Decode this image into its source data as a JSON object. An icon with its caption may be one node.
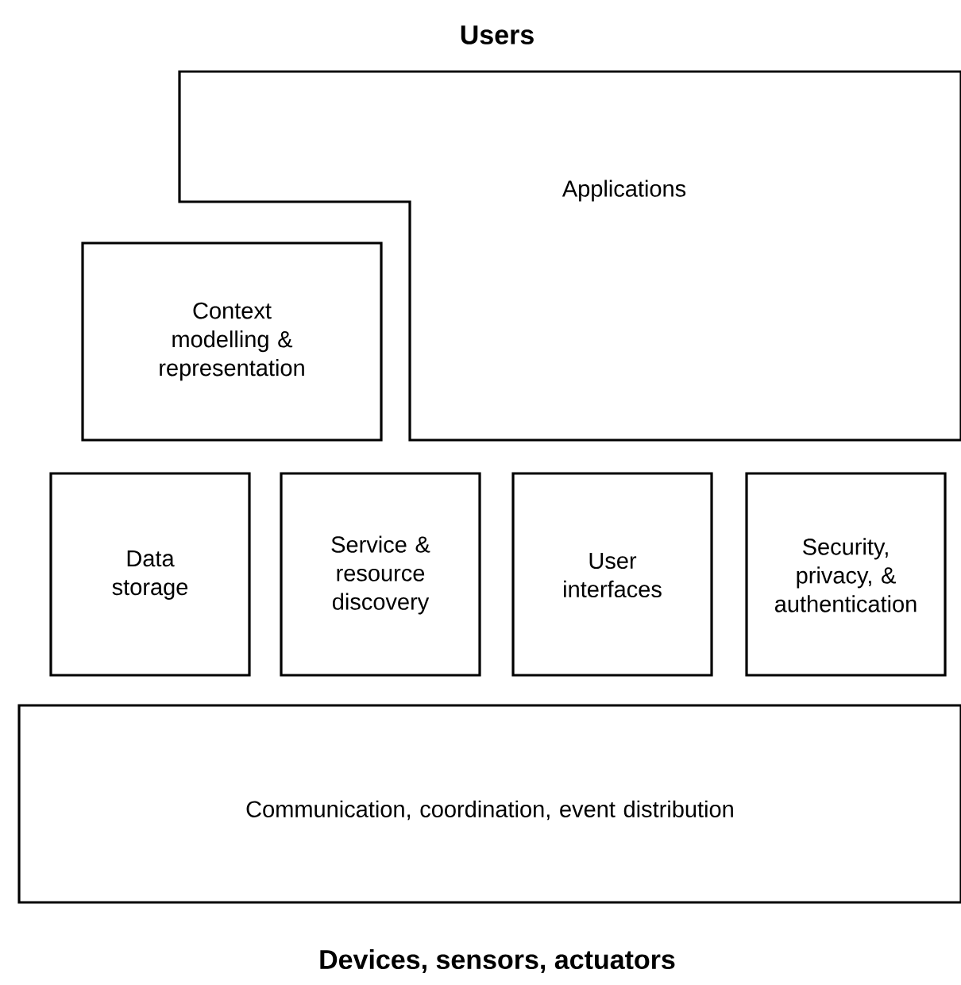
{
  "diagram": {
    "nodes": [
      {
        "text": [
          "Applications"
        ]
      },
      {
        "text": [
          "Context modelling & representation"
        ]
      },
      {
        "text": [
          "Data storage"
        ]
      },
      {
        "text": [
          "Service & resource discovery"
        ]
      },
      {
        "text": [
          "User interfaces"
        ]
      },
      {
        "text": [
          "Security, privacy, & authentication"
        ]
      },
      {
        "text": [
          "Communication, coordination, event distribution"
        ]
      }
    ],
    "labels": [
      "Users",
      "Devices, sensors, actuators"
    ]
  }
}
